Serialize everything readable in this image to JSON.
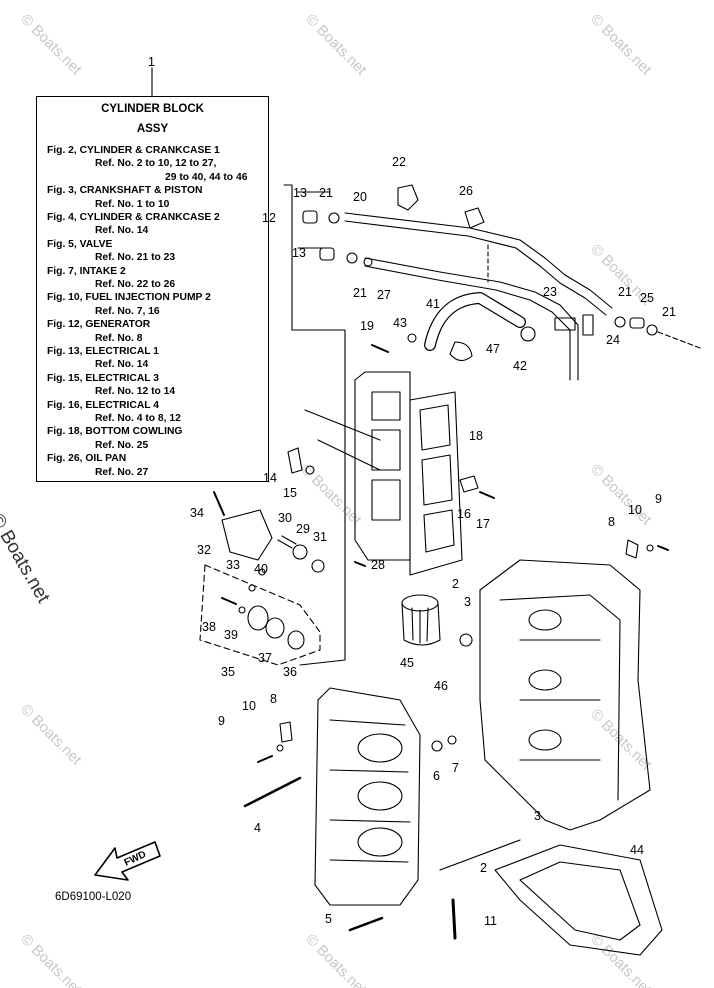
{
  "legend": {
    "part_number": "1",
    "title": "CYLINDER BLOCK",
    "subtitle": "ASSY",
    "lines": [
      {
        "text": "Fig. 2, CYLINDER & CRANKCASE 1",
        "indent": 0
      },
      {
        "text": "Ref. No. 2 to 10, 12 to 27,",
        "indent": 1
      },
      {
        "text": "29 to 40, 44 to 46",
        "indent": 2
      },
      {
        "text": "Fig. 3, CRANKSHAFT & PISTON",
        "indent": 0
      },
      {
        "text": "Ref. No. 1 to 10",
        "indent": 1
      },
      {
        "text": "Fig. 4, CYLINDER & CRANKCASE 2",
        "indent": 0
      },
      {
        "text": "Ref. No. 14",
        "indent": 1
      },
      {
        "text": "Fig. 5, VALVE",
        "indent": 0
      },
      {
        "text": "Ref. No. 21 to 23",
        "indent": 1
      },
      {
        "text": "Fig. 7, INTAKE 2",
        "indent": 0
      },
      {
        "text": "Ref. No. 22 to 26",
        "indent": 1
      },
      {
        "text": "Fig. 10, FUEL INJECTION PUMP 2",
        "indent": 0
      },
      {
        "text": "Ref. No. 7, 16",
        "indent": 1
      },
      {
        "text": "Fig. 12, GENERATOR",
        "indent": 0
      },
      {
        "text": "Ref. No. 8",
        "indent": 1
      },
      {
        "text": "Fig. 13, ELECTRICAL 1",
        "indent": 0
      },
      {
        "text": "Ref. No. 14",
        "indent": 1
      },
      {
        "text": "Fig. 15, ELECTRICAL 3",
        "indent": 0
      },
      {
        "text": "Ref. No. 12 to 14",
        "indent": 1
      },
      {
        "text": "Fig. 16, ELECTRICAL 4",
        "indent": 0
      },
      {
        "text": "Ref. No. 4 to 8, 12",
        "indent": 1
      },
      {
        "text": "Fig. 18, BOTTOM COWLING",
        "indent": 0
      },
      {
        "text": "Ref. No. 25",
        "indent": 1
      },
      {
        "text": "Fig. 26, OIL PAN",
        "indent": 0
      },
      {
        "text": "Ref. No. 27",
        "indent": 1
      }
    ]
  },
  "callouts": [
    "1",
    "2",
    "2",
    "3",
    "3",
    "4",
    "5",
    "6",
    "7",
    "8",
    "8",
    "9",
    "9",
    "10",
    "10",
    "11",
    "12",
    "13",
    "13",
    "14",
    "15",
    "16",
    "17",
    "18",
    "19",
    "20",
    "21",
    "21",
    "21",
    "21",
    "22",
    "23",
    "24",
    "25",
    "26",
    "27",
    "28",
    "29",
    "30",
    "31",
    "32",
    "33",
    "34",
    "35",
    "36",
    "37",
    "38",
    "39",
    "40",
    "41",
    "42",
    "43",
    "44",
    "45",
    "46",
    "47"
  ],
  "fwd_label": "FWD",
  "diagram_code": "6D69100-L020",
  "watermark": "© Boats.net",
  "side_watermark": "© Boats.net"
}
